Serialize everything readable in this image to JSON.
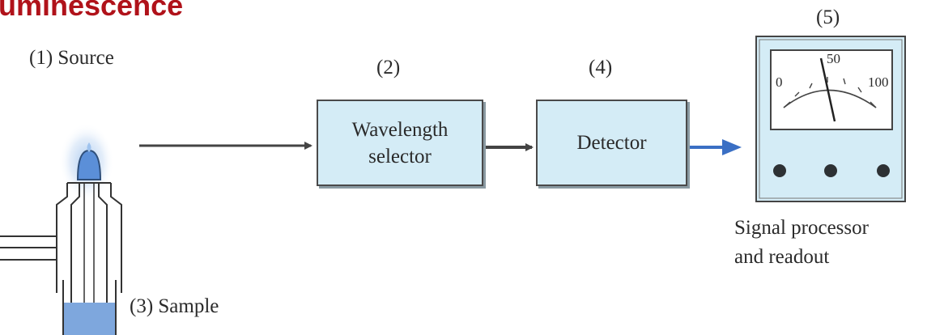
{
  "title": "uminescence",
  "source": {
    "number": "(1)",
    "label": "Source"
  },
  "wavelength_selector": {
    "number": "(2)",
    "line1": "Wavelength",
    "line2": "selector"
  },
  "sample": {
    "number": "(3)",
    "label": "Sample"
  },
  "detector": {
    "number": "(4)",
    "label": "Detector"
  },
  "readout": {
    "number": "(5)",
    "line1": "Signal processor",
    "line2": "and readout",
    "scale": [
      "0",
      "50",
      "100"
    ]
  },
  "colors": {
    "title": "#b0121a",
    "box_fill": "#d4ecf6",
    "flame": "#5b8fd8",
    "signal_arrow": "#3a6fc4"
  }
}
